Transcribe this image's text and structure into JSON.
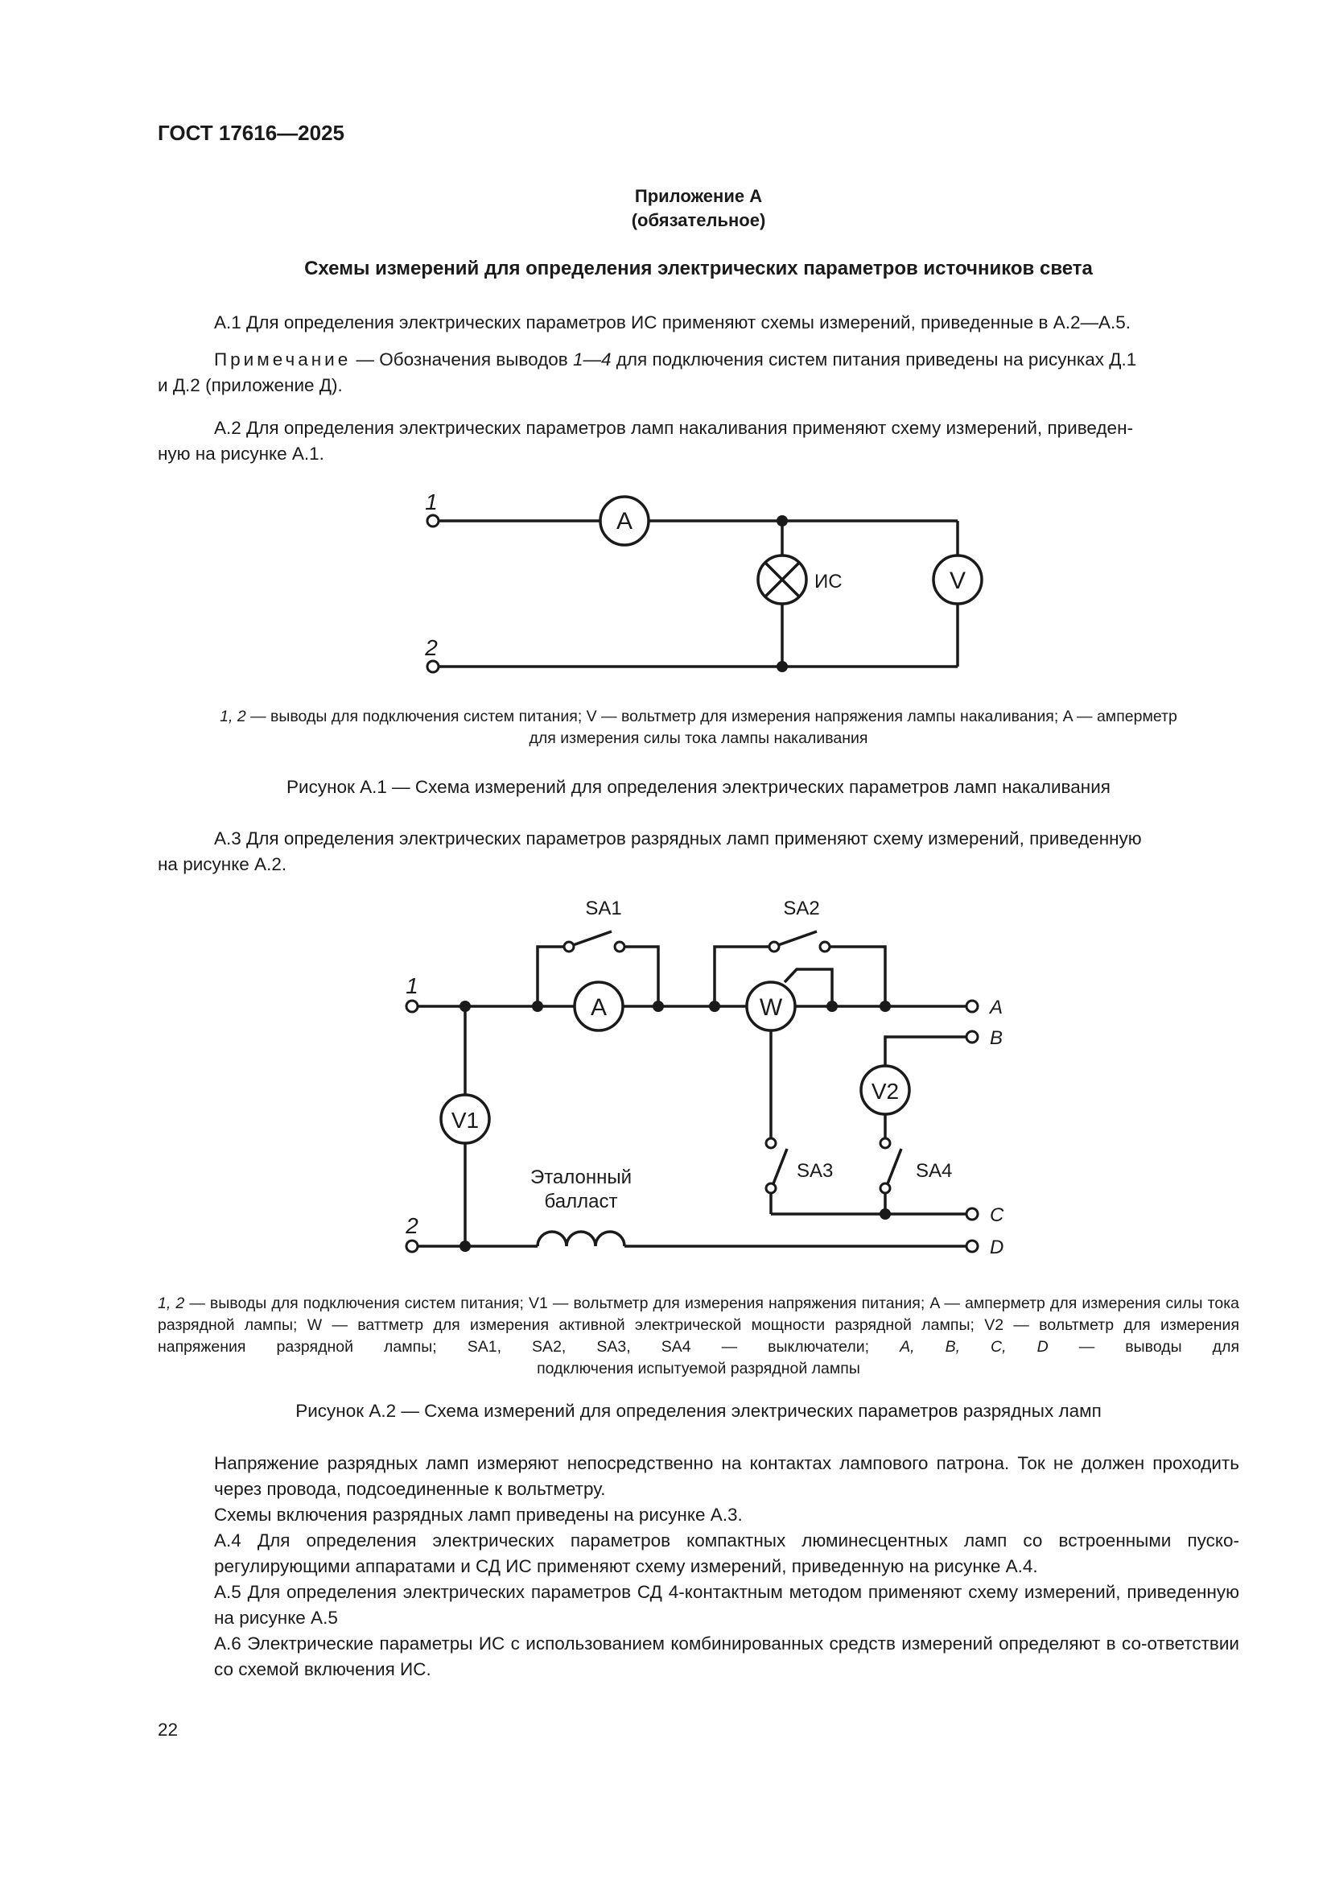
{
  "header": {
    "standard": "ГОСТ 17616—2025"
  },
  "appendix": {
    "title": "Приложение А",
    "status": "(обязательное)"
  },
  "section_title": "Схемы измерений для определения электрических параметров источников света",
  "p_a1": "А.1 Для определения электрических параметров ИС применяют схемы измерений, приведенные в А.2—А.5.",
  "note": {
    "label": "Примечание",
    "text_before": " — Обозначения выводов ",
    "terminals": "1—4",
    "text_after_first": " для подключения систем питания приведены на рисунках Д.1",
    "text_second": "и Д.2 (приложение Д)."
  },
  "p_a2": {
    "first": "А.2 Для определения электрических параметров ламп накаливания применяют схему измерений, приведен-",
    "second": "ную на рисунке А.1."
  },
  "figure1": {
    "labels": {
      "t1": "1",
      "t2": "2",
      "ammeter": "A",
      "lamp": "ИС",
      "voltmeter": "V"
    },
    "legend": {
      "terms": "1, 2",
      "line1": " — выводы для подключения систем питания; V — вольтметр для измерения напряжения лампы накаливания; A — амперметр",
      "line2": "для измерения силы тока лампы накаливания"
    },
    "caption": "Рисунок А.1 — Схема измерений для определения электрических параметров ламп накаливания"
  },
  "p_a3": {
    "first": "А.3 Для определения электрических параметров разрядных ламп применяют схему измерений, приведенную",
    "second": "на рисунке А.2."
  },
  "figure2": {
    "labels": {
      "t1": "1",
      "t2": "2",
      "sa1": "SA1",
      "sa2": "SA2",
      "sa3": "SA3",
      "sa4": "SA4",
      "ammeter": "A",
      "wattmeter": "W",
      "v1": "V1",
      "v2": "V2",
      "ballast_line1": "Эталонный",
      "ballast_line2": "балласт",
      "a": "A",
      "b": "B",
      "c": "C",
      "d": "D"
    },
    "legend": {
      "terms": "1, 2",
      "part1": " — выводы для подключения систем питания; V1 — вольтметр для измерения напряжения питания; A — амперметр для измерения силы тока разрядной лампы; W — ваттметр для измерения активной электрической мощности разрядной лампы; V2 — вольтметр для измерения напряжения разрядной лампы; SA1, SA2, SA3, SA4 — выключатели; ",
      "letters": "A, B, C, D",
      "part2": " — выводы для",
      "line_last": "подключения испытуемой разрядной лампы"
    },
    "caption": "Рисунок А.2 — Схема измерений для определения электрических параметров разрядных ламп"
  },
  "body": {
    "p1": "Напряжение разрядных ламп измеряют непосредственно на контактах лампового патрона. Ток не должен проходить через провода, подсоединенные к вольтметру.",
    "p2": "Схемы включения разрядных ламп приведены на рисунке А.3.",
    "p3": "А.4 Для определения электрических параметров компактных люминесцентных ламп со встроенными пуско-регулирующими аппаратами и СД ИС применяют схему измерений, приведенную на рисунке А.4.",
    "p4": "А.5 Для определения электрических параметров СД 4-контактным методом применяют схему измерений, приведенную на рисунке А.5",
    "p5": "А.6 Электрические параметры ИС с использованием комбинированных средств измерений определяют в со-ответствии со схемой включения ИС."
  },
  "page_number": "22"
}
